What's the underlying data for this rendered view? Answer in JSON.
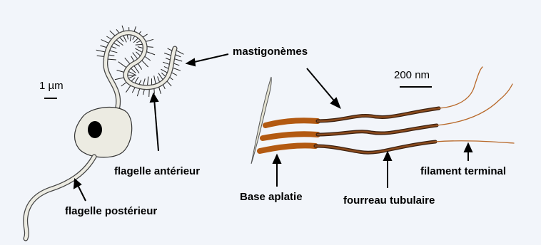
{
  "labels": {
    "mastigonemes": "mastigonèmes",
    "flagelle_anterieur": "flagelle antérieur",
    "flagelle_posterieur": "flagelle postérieur",
    "base_aplatie": "Base aplatie",
    "fourreau_tubulaire": "fourreau tubulaire",
    "filament_terminal": "filament terminal"
  },
  "scale_bars": {
    "cell": "1 µm",
    "mastigoneme": "200 nm"
  },
  "colors": {
    "background": "#f2f5fa",
    "cell_fill": "#ecebe2",
    "mastigoneme_base": "#b35a12",
    "mastigoneme_tube": "#6b3810",
    "filament": "#b8692a"
  }
}
